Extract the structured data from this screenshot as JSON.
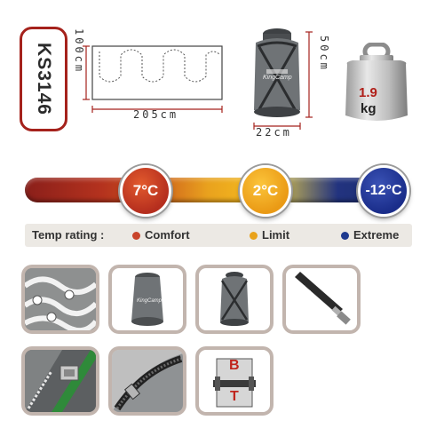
{
  "product": {
    "model": "KS3146"
  },
  "dimensions": {
    "length": "205cm",
    "width": "100cm",
    "pack_height": "50cm",
    "pack_diameter": "22cm",
    "weight_value": "1.9",
    "weight_unit": "kg"
  },
  "brand_label": "KingCamp",
  "temperature": {
    "comfort": "7°C",
    "limit": "2°C",
    "extreme": "-12°C",
    "legend_title": "Temp rating :",
    "legend": [
      {
        "label": "Comfort",
        "color": "#c9442a"
      },
      {
        "label": "Limit",
        "color": "#e9a21a"
      },
      {
        "label": "Extreme",
        "color": "#1f3a8f"
      }
    ]
  },
  "colors": {
    "accent_red": "#a5221c",
    "bag_gray": "#6f7376"
  },
  "zip_letters": {
    "top": "B",
    "bottom": "T"
  },
  "feature_thumbnails": [
    {
      "icon": "fabric-texture-icon"
    },
    {
      "icon": "stuff-sack-icon"
    },
    {
      "icon": "compression-sack-icon"
    },
    {
      "icon": "zipper-pull-icon"
    },
    {
      "icon": "zipper-baffle-icon"
    },
    {
      "icon": "two-way-zipper-icon"
    },
    {
      "icon": "bag-connection-icon"
    }
  ]
}
